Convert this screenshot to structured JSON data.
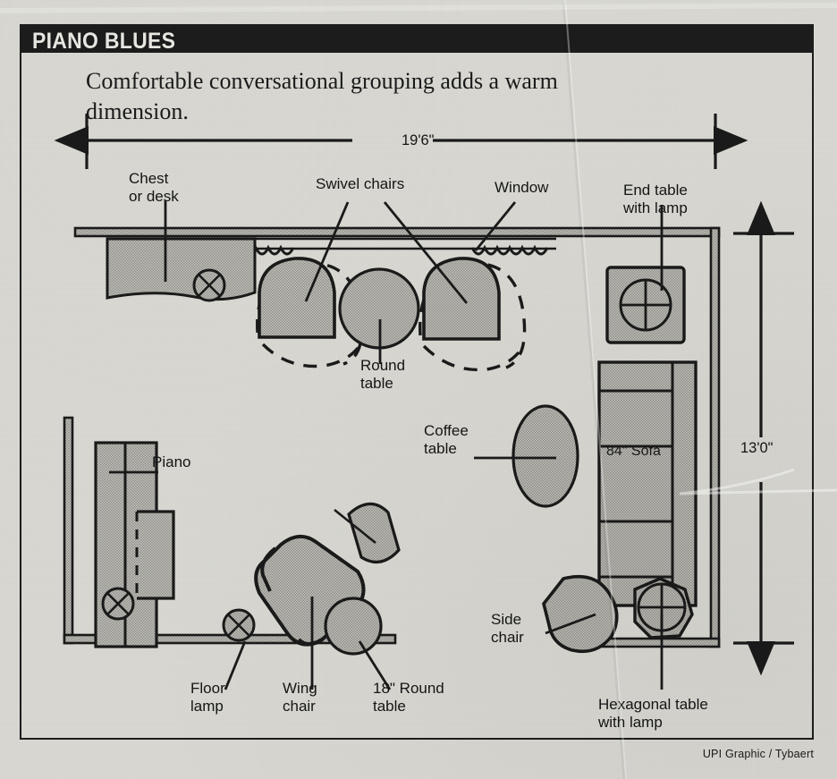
{
  "headline": "PIANO BLUES",
  "deck": "Comfortable conversational grouping adds a warm dimension.",
  "credit": "UPI Graphic / Tybaert",
  "colors": {
    "paper": "#d9d8d2",
    "ink": "#1a1a1a",
    "title_bar": "#1c1c1c",
    "title_text": "#e9e8e3",
    "furniture_fill": "#b4b3ad",
    "wall_fill": "#b4b3ad"
  },
  "dimensions": {
    "width_label": "19'6\"",
    "depth_label": "13'0\""
  },
  "sofa_caption": "84\" Sofa",
  "labels": [
    {
      "id": "chest-or-desk",
      "text": "Chest\nor desk"
    },
    {
      "id": "swivel-chairs",
      "text": "Swivel chairs"
    },
    {
      "id": "window",
      "text": "Window"
    },
    {
      "id": "end-table",
      "text": "End table\nwith lamp"
    },
    {
      "id": "round-table",
      "text": "Round\ntable"
    },
    {
      "id": "coffee-table",
      "text": "Coffee\ntable"
    },
    {
      "id": "piano",
      "text": "Piano"
    },
    {
      "id": "floor-lamp",
      "text": "Floor\nlamp"
    },
    {
      "id": "wing-chair",
      "text": "Wing\nchair"
    },
    {
      "id": "round-table-18",
      "text": "18\" Round\ntable"
    },
    {
      "id": "side-chair",
      "text": "Side\nchair"
    },
    {
      "id": "hexagonal-table",
      "text": "Hexagonal table\nwith lamp"
    }
  ],
  "plan_items": [
    "north-wall",
    "east-wall",
    "south-wall-right",
    "west-wall",
    "south-wall-left",
    "window-upper",
    "window-lower",
    "curtain-left",
    "curtain-right",
    "chest-or-desk",
    "chest-lamp",
    "swivel-chair-left",
    "swivel-chair-right",
    "swivel-arc-left",
    "swivel-arc-right",
    "round-table",
    "end-table",
    "end-table-lamp",
    "sofa",
    "coffee-table",
    "piano",
    "piano-bench",
    "piano-stool-lamp",
    "wing-chair",
    "ottoman",
    "floor-lamp",
    "round-table-18",
    "side-chair",
    "hexagonal-table",
    "hexagonal-table-lamp"
  ]
}
